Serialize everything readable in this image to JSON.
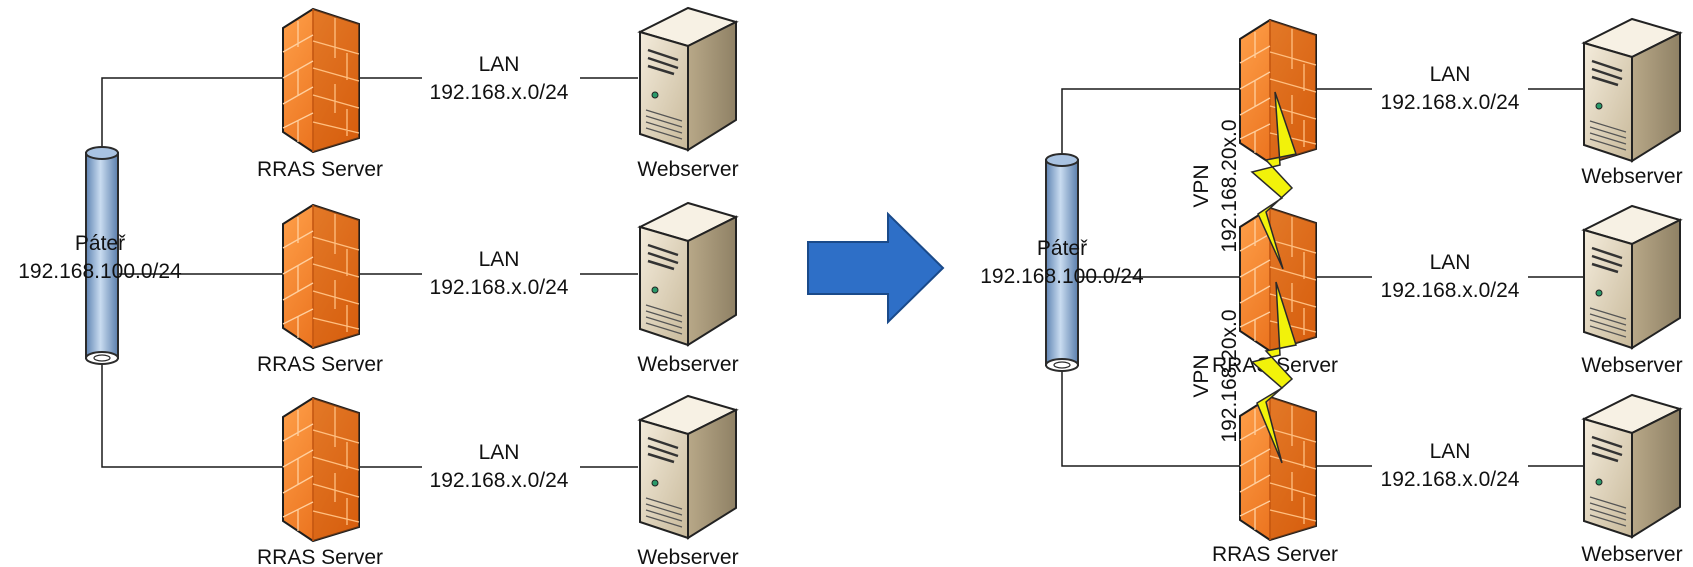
{
  "left": {
    "backbone": {
      "name": "Páteř",
      "subnet": "192.168.100.0/24"
    },
    "rows": [
      {
        "firewall_label": "RRAS Server",
        "lan_title": "LAN",
        "lan_subnet": "192.168.x.0/24",
        "server_label": "Webserver"
      },
      {
        "firewall_label": "RRAS Server",
        "lan_title": "LAN",
        "lan_subnet": "192.168.x.0/24",
        "server_label": "Webserver"
      },
      {
        "firewall_label": "RRAS Server",
        "lan_title": "LAN",
        "lan_subnet": "192.168.x.0/24",
        "server_label": "Webserver"
      }
    ]
  },
  "right": {
    "backbone": {
      "name": "Páteř",
      "subnet": "192.168.100.0/24"
    },
    "rows": [
      {
        "firewall_label": "",
        "lan_title": "LAN",
        "lan_subnet": "192.168.x.0/24",
        "server_label": "Webserver"
      },
      {
        "firewall_label": "RRAS Server",
        "lan_title": "LAN",
        "lan_subnet": "192.168.x.0/24",
        "server_label": "Webserver"
      },
      {
        "firewall_label": "RRAS Server",
        "lan_title": "LAN",
        "lan_subnet": "192.168.x.0/24",
        "server_label": "Webserver"
      }
    ],
    "vpn_links": [
      {
        "title": "VPN",
        "subnet": "192.168.20x.0"
      },
      {
        "title": "VPN",
        "subnet": "192.168.20x.0"
      }
    ]
  },
  "colors": {
    "arrow": "#2e6fc7",
    "vpn_bolt": "#f2f20a",
    "firewall": "#f07a1f",
    "backbone": "#9fbcdd"
  },
  "icons": {
    "firewall": "firewall-icon",
    "server": "server-icon",
    "backbone": "backbone-pipe-icon",
    "arrow": "transition-arrow-icon",
    "vpn": "lightning-bolt-icon"
  }
}
